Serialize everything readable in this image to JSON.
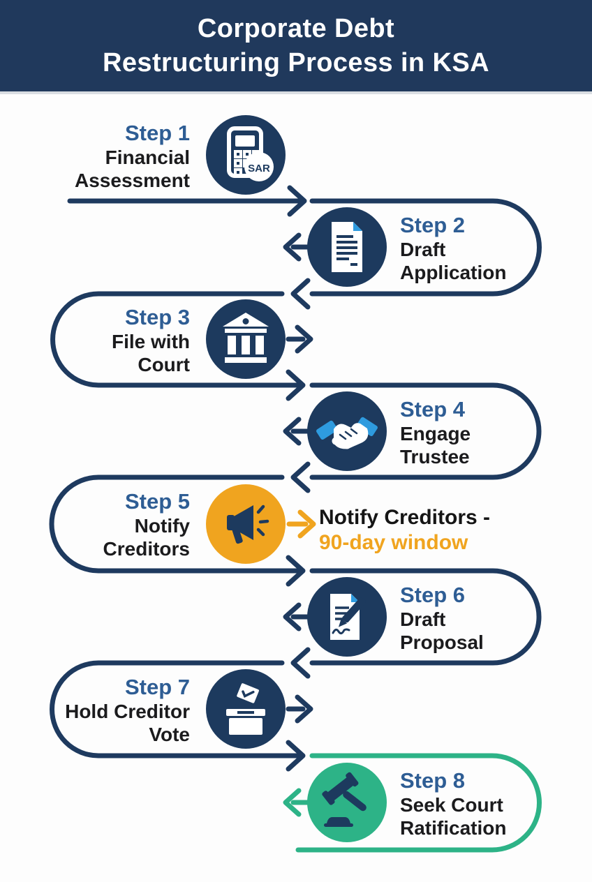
{
  "colors": {
    "background": "#fdfdfd",
    "header_bg": "#20395c",
    "path_navy": "#1e3a5f",
    "icon_navy": "#1d3a5e",
    "accent_blue": "#2e9bdf",
    "step_number_blue": "#2e5d94",
    "text_dark": "#1b1b1d",
    "orange": "#f0a41f",
    "green": "#2db387"
  },
  "header": {
    "title_line1": "Corporate Debt",
    "title_line2": "Restructuring Process in KSA"
  },
  "steps": [
    {
      "step": "Step 1",
      "line1": "Financial",
      "line2": "Assessment",
      "icon": "calculator-sar-icon"
    },
    {
      "step": "Step 2",
      "line1": "Draft",
      "line2": "Application",
      "icon": "document-icon"
    },
    {
      "step": "Step 3",
      "line1": "File with",
      "line2": "Court",
      "icon": "court-building-icon"
    },
    {
      "step": "Step 4",
      "line1": "Engage",
      "line2": "Trustee",
      "icon": "handshake-icon"
    },
    {
      "step": "Step 5",
      "line1": "Notify",
      "line2": "Creditors",
      "icon": "megaphone-icon",
      "annotation_line1": "Notify Creditors -",
      "annotation_line2": "90-day window"
    },
    {
      "step": "Step 6",
      "line1": "Draft",
      "line2": "Proposal",
      "icon": "document-pen-icon"
    },
    {
      "step": "Step 7",
      "line1": "Hold Creditor",
      "line2": "Vote",
      "icon": "ballot-box-icon"
    },
    {
      "step": "Step 8",
      "line1": "Seek Court",
      "line2": "Ratification",
      "icon": "gavel-icon"
    }
  ],
  "icon_badge": {
    "sar_label": "SAR"
  }
}
